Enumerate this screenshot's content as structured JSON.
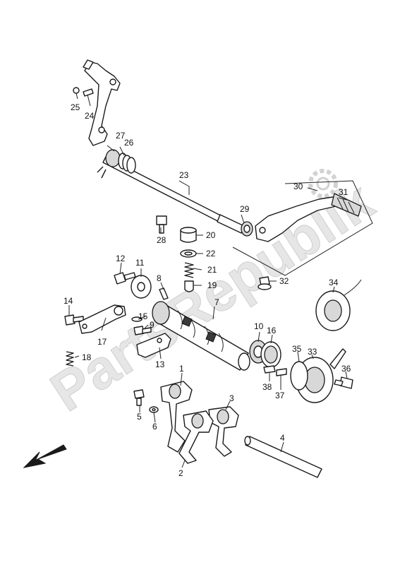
{
  "watermark": "PartsRepublik",
  "callouts": [
    {
      "id": "c1",
      "text": "1"
    },
    {
      "id": "c2",
      "text": "2"
    },
    {
      "id": "c3",
      "text": "3"
    },
    {
      "id": "c4",
      "text": "4"
    },
    {
      "id": "c5",
      "text": "5"
    },
    {
      "id": "c6",
      "text": "6"
    },
    {
      "id": "c7",
      "text": "7"
    },
    {
      "id": "c8",
      "text": "8"
    },
    {
      "id": "c9",
      "text": "9"
    },
    {
      "id": "c10",
      "text": "10"
    },
    {
      "id": "c11",
      "text": "11"
    },
    {
      "id": "c12",
      "text": "12"
    },
    {
      "id": "c13",
      "text": "13"
    },
    {
      "id": "c14",
      "text": "14"
    },
    {
      "id": "c15",
      "text": "15"
    },
    {
      "id": "c16",
      "text": "16"
    },
    {
      "id": "c17",
      "text": "17"
    },
    {
      "id": "c18",
      "text": "18"
    },
    {
      "id": "c19",
      "text": "19"
    },
    {
      "id": "c20",
      "text": "20"
    },
    {
      "id": "c21",
      "text": "21"
    },
    {
      "id": "c22",
      "text": "22"
    },
    {
      "id": "c23",
      "text": "23"
    },
    {
      "id": "c24",
      "text": "24"
    },
    {
      "id": "c25",
      "text": "25"
    },
    {
      "id": "c26",
      "text": "26"
    },
    {
      "id": "c27",
      "text": "27"
    },
    {
      "id": "c28",
      "text": "28"
    },
    {
      "id": "c29",
      "text": "29"
    },
    {
      "id": "c30",
      "text": "30"
    },
    {
      "id": "c31",
      "text": "31"
    },
    {
      "id": "c32",
      "text": "32"
    },
    {
      "id": "c33",
      "text": "33"
    },
    {
      "id": "c34",
      "text": "34"
    },
    {
      "id": "c35",
      "text": "35"
    },
    {
      "id": "c36",
      "text": "36"
    },
    {
      "id": "c37",
      "text": "37"
    },
    {
      "id": "c38",
      "text": "38"
    }
  ]
}
